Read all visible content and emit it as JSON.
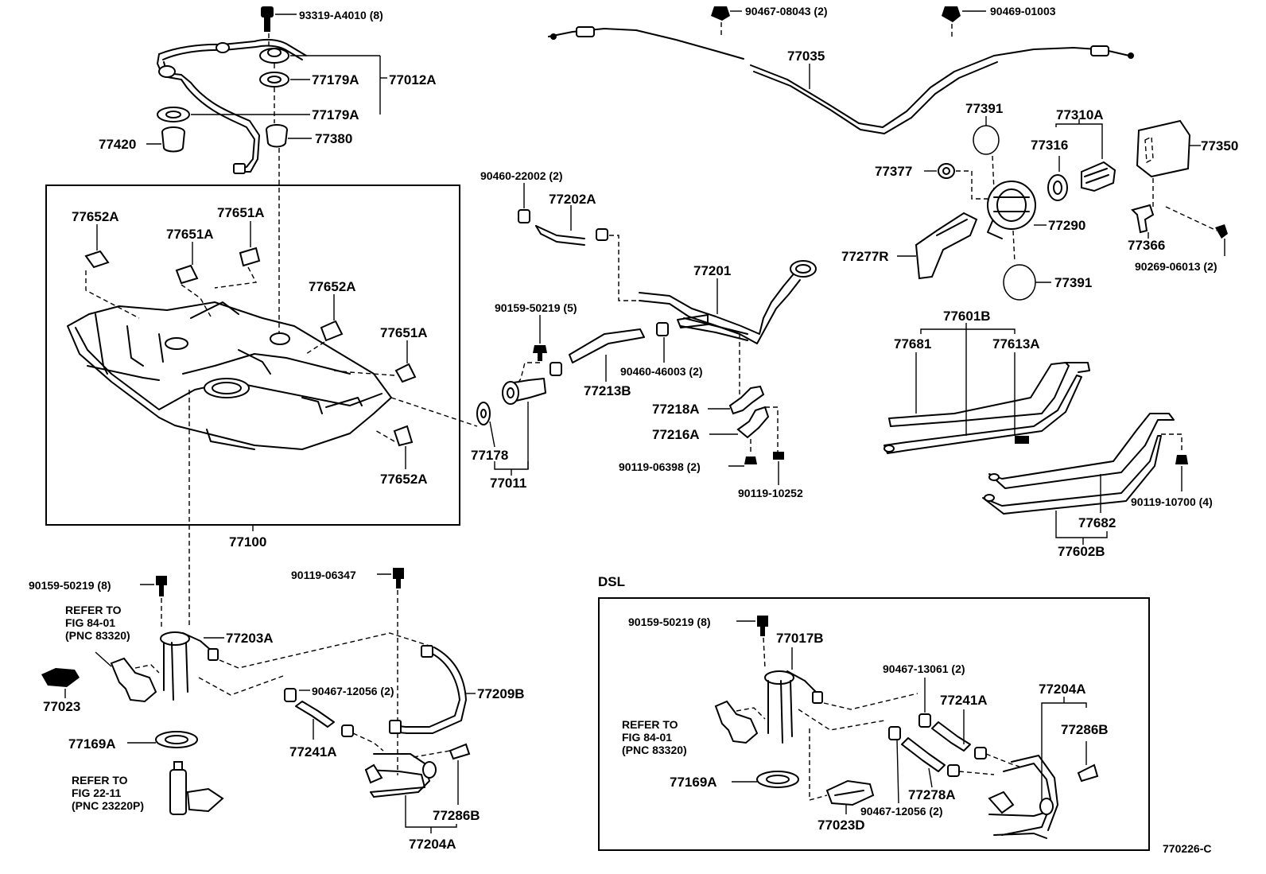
{
  "labels": {
    "l93319": "93319-A4010 (8)",
    "l77179a_1": "77179A",
    "l77012a": "77012A",
    "l77179a_2": "77179A",
    "l77420": "77420",
    "l77380": "77380",
    "l77652a_1": "77652A",
    "l77651a_1": "77651A",
    "l77651a_2": "77651A",
    "l77652a_2": "77652A",
    "l77651a_3": "77651A",
    "l77652a_3": "77652A",
    "l77100": "77100",
    "l90467_08043": "90467-08043 (2)",
    "l90469_01003": "90469-01003",
    "l77035": "77035",
    "l90460_22002": "90460-22002 (2)",
    "l77202a": "77202A",
    "l77201": "77201",
    "l90159_50219_5": "90159-50219 (5)",
    "l90460_46003": "90460-46003 (2)",
    "l77213b": "77213B",
    "l77178": "77178",
    "l77011": "77011",
    "l77218a": "77218A",
    "l77216a": "77216A",
    "l90119_06398": "90119-06398 (2)",
    "l90119_10252": "90119-10252",
    "l77391_1": "77391",
    "l77310a": "77310A",
    "l77316": "77316",
    "l77350": "77350",
    "l77377": "77377",
    "l77290": "77290",
    "l77277r": "77277R",
    "l77366": "77366",
    "l90269_06013": "90269-06013 (2)",
    "l77391_2": "77391",
    "l77601b": "77601B",
    "l77681": "77681",
    "l77613a": "77613A",
    "l77682": "77682",
    "l77602b": "77602B",
    "l90119_10700": "90119-10700 (4)",
    "l90159_50219_8a": "90159-50219 (8)",
    "l90119_06347": "90119-06347",
    "refer1_l1": "REFER TO",
    "refer1_l2": "FIG 84-01",
    "refer1_l3": "(PNC 83320)",
    "l77203a": "77203A",
    "l77023": "77023",
    "l90467_12056_a": "90467-12056 (2)",
    "l77209b": "77209B",
    "l77169a_a": "77169A",
    "l77241a_a": "77241A",
    "refer2_l1": "REFER TO",
    "refer2_l2": "FIG 22-11",
    "refer2_l3": "(PNC 23220P)",
    "l77286b_a": "77286B",
    "l77204a_a": "77204A",
    "dsl": "DSL",
    "l90159_50219_8b": "90159-50219 (8)",
    "l77017b": "77017B",
    "l90467_13061": "90467-13061 (2)",
    "l77241a_b": "77241A",
    "l77204a_b": "77204A",
    "l77286b_b": "77286B",
    "refer3_l1": "REFER TO",
    "refer3_l2": "FIG 84-01",
    "refer3_l3": "(PNC 83320)",
    "l77169a_b": "77169A",
    "l77278a": "77278A",
    "l90467_12056_b": "90467-12056 (2)",
    "l77023d": "77023D",
    "figure_code": "770226-C"
  }
}
